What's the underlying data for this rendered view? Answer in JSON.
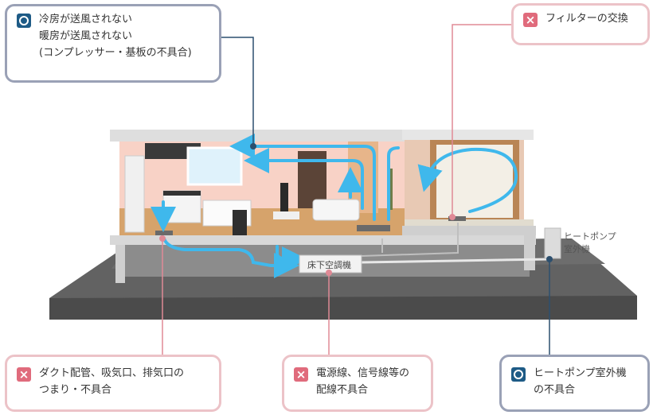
{
  "callouts": {
    "cooling": {
      "status": "ok",
      "icon": "circle-icon",
      "lines": [
        "冷房が送風されない",
        "暖房が送風されない",
        "(コンプレッサー・基板の不具合)"
      ]
    },
    "filter": {
      "status": "ng",
      "icon": "cross-icon",
      "lines": [
        "フィルターの交換"
      ]
    },
    "duct": {
      "status": "ng",
      "icon": "cross-icon",
      "lines": [
        "ダクト配管、吸気口、排気口の",
        "つまり・不具合"
      ]
    },
    "wiring": {
      "status": "ng",
      "icon": "cross-icon",
      "lines": [
        "電源線、信号線等の",
        "配線不具合"
      ]
    },
    "heatpump": {
      "status": "ok",
      "icon": "circle-icon",
      "lines": [
        "ヒートポンプ室外機",
        "の不具合"
      ]
    }
  },
  "labels": {
    "underfloor_unit": "床下空調機",
    "heat_pump_line1": "ヒートポンプ",
    "heat_pump_line2": "室外機"
  },
  "colors": {
    "ok_mark": "#1e5b86",
    "ng_mark": "#e06b7c",
    "ok_border": "#9aa1b6",
    "ng_border": "#ecc3c8",
    "air_flow": "#3fb8ec",
    "leader_ok": "#2c4f6e",
    "leader_ng": "#e08a96",
    "ground": "#5e5e5e"
  }
}
